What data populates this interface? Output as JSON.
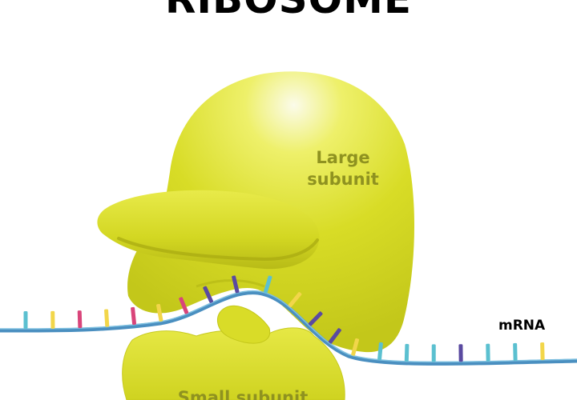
{
  "title": "RIBOSOME",
  "labels": {
    "large_subunit_line1": "Large",
    "large_subunit_line2": "subunit",
    "small_subunit": "Small subunit",
    "mrna": "mRNA"
  },
  "colors": {
    "subunit_fill": "#d7dc25",
    "subunit_shade": "#b3b614",
    "subunit_highlight": "#fbfbea",
    "subunit_label": "#8f9220",
    "mrna_strand": "#4a8fc0",
    "mrna_strand_light": "#7ec0e0",
    "text": "#000000"
  },
  "nucleotide_colors": [
    "#5bc0d0",
    "#f2d64a",
    "#d9457a",
    "#5a4aa0"
  ]
}
